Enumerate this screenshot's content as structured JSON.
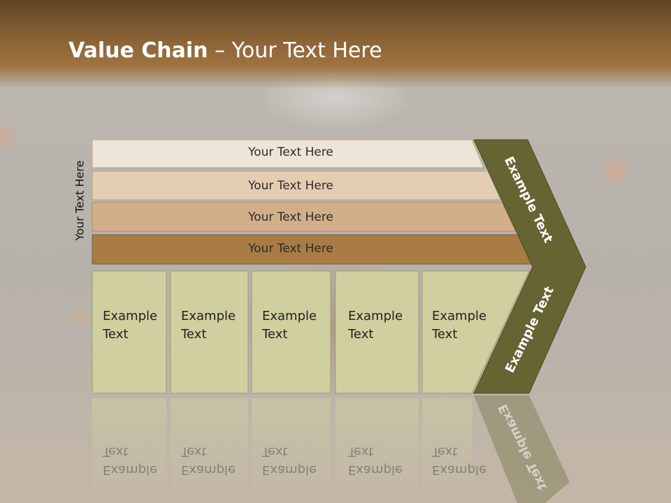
{
  "header": {
    "title_bold": "Value Chain",
    "title_rest": " – Your Text Here"
  },
  "side_label": "Your Text Here",
  "bars": [
    {
      "label": "Your Text Here",
      "color": "#eee5d8"
    },
    {
      "label": "Your Text Here",
      "color": "#e3cdb3"
    },
    {
      "label": "Your Text Here",
      "color": "#d2af88"
    },
    {
      "label": "Your Text Here",
      "color": "#a97b45"
    }
  ],
  "columns": [
    {
      "label": "Example\nText"
    },
    {
      "label": "Example\nText"
    },
    {
      "label": "Example\nText"
    },
    {
      "label": "Example\nText"
    },
    {
      "label": "Example\nText"
    }
  ],
  "chevron": {
    "upper_label": "Example Text",
    "lower_label": "Example Text",
    "color": "#656432"
  },
  "colors": {
    "column_fill": "#cfcf9f",
    "column_border": "#9f9f72"
  }
}
